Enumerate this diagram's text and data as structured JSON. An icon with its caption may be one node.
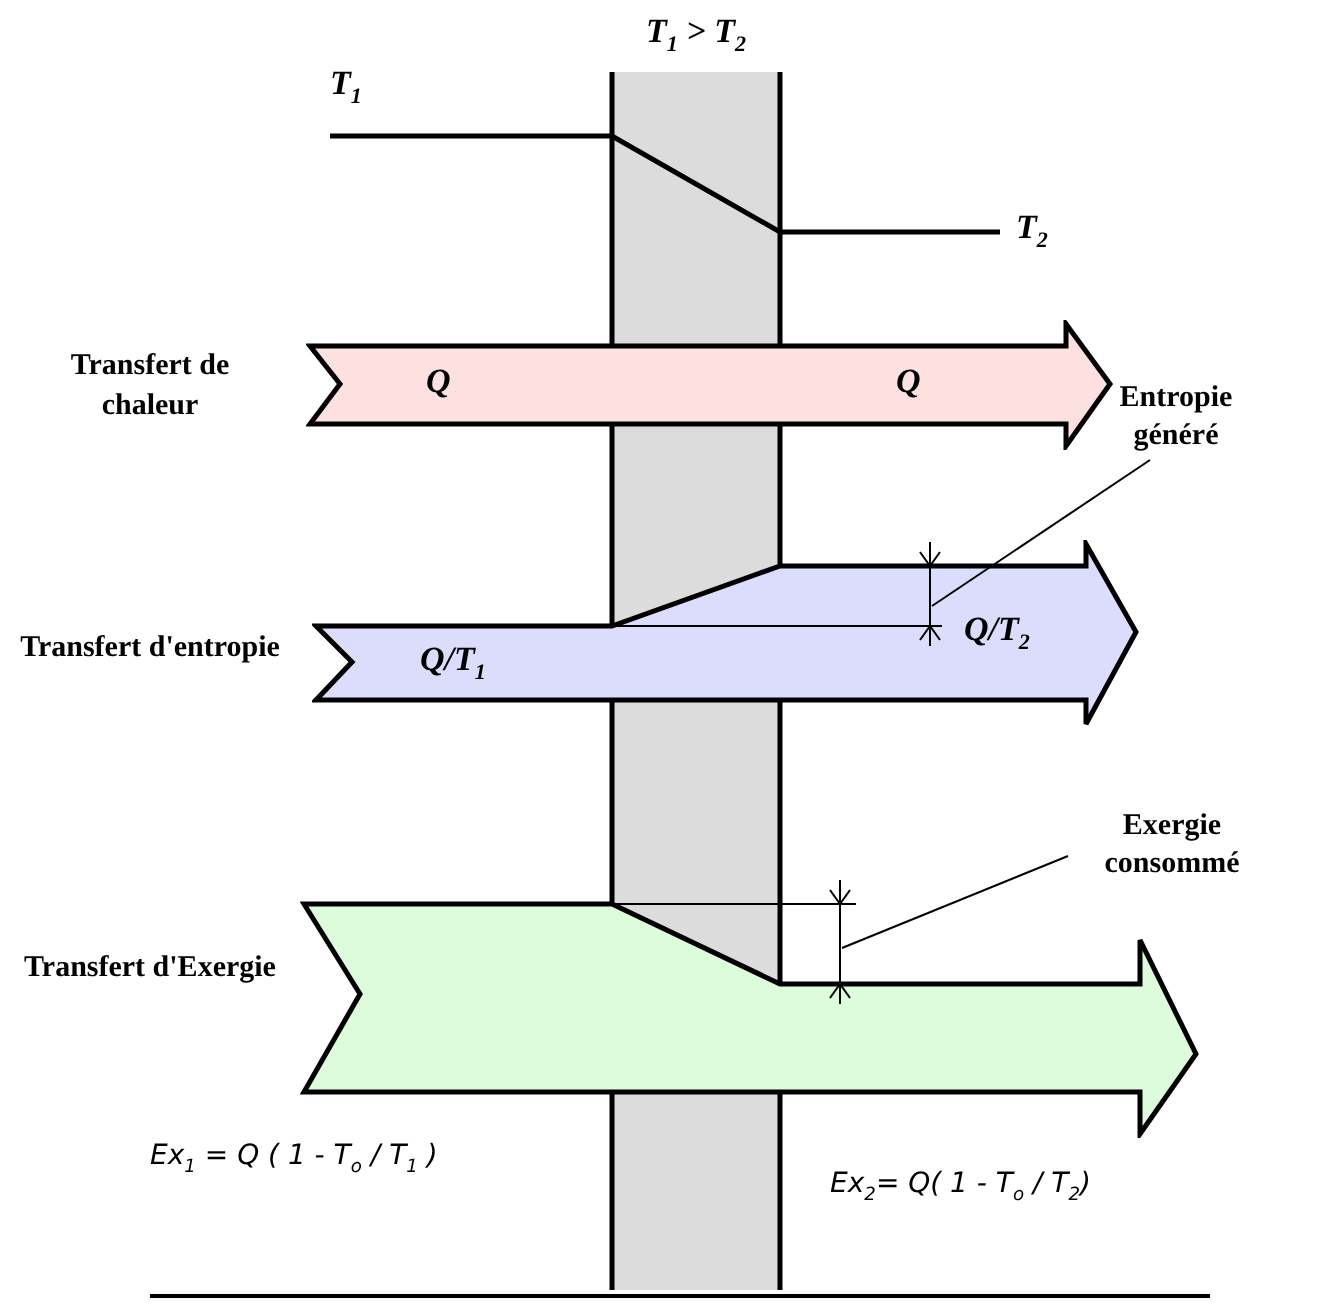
{
  "diagram": {
    "nodes": [
      {
        "text": [
          "Q",
          "Q"
        ],
        "beside": [
          "Transfert de chaleur"
        ]
      },
      {
        "text": [
          "Q/T$_{1}$",
          "Q/T$_{2}$"
        ],
        "beside": [
          "Transfert d'entropie"
        ]
      },
      {
        "text": [],
        "shape": "arrow",
        "beside": [
          "Transfert d'Exergie"
        ]
      },
      {
        "text": [
          "Entropie généré"
        ]
      },
      {
        "text": [
          "Exergie consommé"
        ]
      },
      {
        "text": [],
        "shape": "band",
        "beside": [
          "T$_{1}$ > T$_{2}$"
        ]
      }
    ],
    "edges": [
      {
        "from": 3,
        "to": 1,
        "arrow": "none"
      },
      {
        "from": 4,
        "to": 2,
        "arrow": "none"
      }
    ],
    "labels": [
      "T$_{1}$",
      "T$_{2}$",
      "Ex$_{1}$ = Q ( 1 - T$_{o}$ / T$_{1}$ )",
      "Ex$_{2}$= Q( 1 - T$_{o}$ / T$_{2}$)"
    ]
  }
}
